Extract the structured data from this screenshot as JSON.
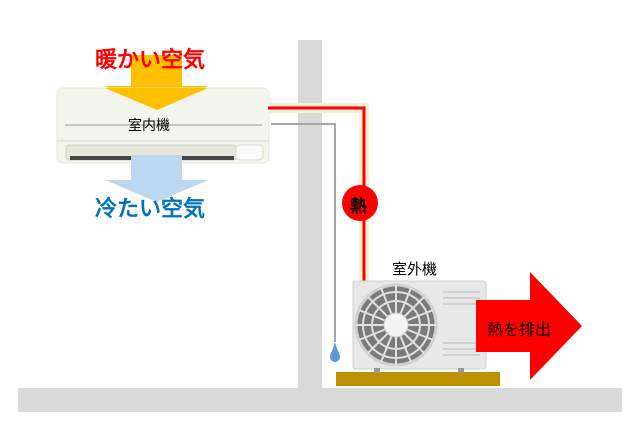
{
  "labels": {
    "warm_air": "暖かい空気",
    "cool_air": "冷たい空気",
    "indoor_unit": "室内機",
    "outdoor_unit": "室外機",
    "heat": "熱",
    "heat_exhaust": "熱を排出"
  },
  "colors": {
    "warm_text": "#ff0000",
    "cool_text": "#0070c0",
    "warm_arrow": "#ffc000",
    "cool_arrow": "#bdd7ee",
    "heat": "#ff0000",
    "wall": "#d9d9d9",
    "base": "#bf9000"
  }
}
